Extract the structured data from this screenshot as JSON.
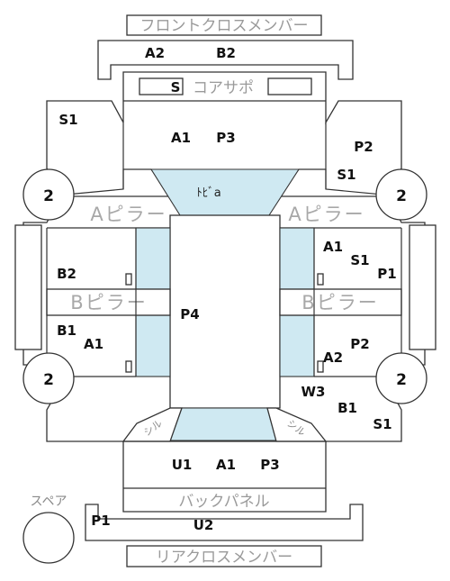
{
  "labels": {
    "front_cross_member": "フロントクロスメンバー",
    "rear_cross_member": "リアクロスメンバー",
    "core_support": "コアサポ",
    "back_panel": "バックパネル",
    "spare": "スペア",
    "toeboard": "ﾄﾋﾞa",
    "a_pillar": "Aピラー",
    "b_pillar": "Bピラー",
    "side_seal": "シル"
  },
  "codes": {
    "a2_top": "A2",
    "b2_top": "B2",
    "s_core": "S",
    "s1_left": "S1",
    "a1_upper": "A1",
    "p3_upper": "P3",
    "p2_right": "P2",
    "s1_right": "S1",
    "a1_right": "A1",
    "s1_right_mid": "S1",
    "p1_right": "P1",
    "b2_left": "B2",
    "p4_center": "P4",
    "b1_left": "B1",
    "a1_left": "A1",
    "p2_right_low": "P2",
    "a2_right_low": "A2",
    "w3_right": "W3",
    "b1_right": "B1",
    "s1_right_low": "S1",
    "u1_rear": "U1",
    "a1_rear": "A1",
    "p3_rear": "P3",
    "p1_rear": "P1",
    "u2_rear": "U2"
  },
  "wheels": {
    "fl": "2",
    "fr": "2",
    "rl": "2",
    "rr": "2"
  }
}
